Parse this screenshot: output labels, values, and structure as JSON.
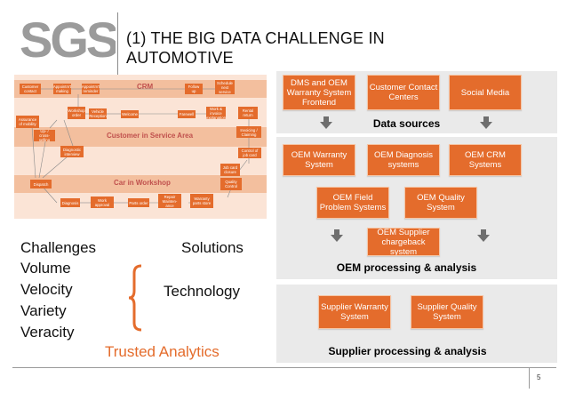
{
  "logo": {
    "text": "SGS",
    "color": "#9b9b9b"
  },
  "title": {
    "line1": "(1) THE BIG DATA CHALLENGE IN",
    "line2": "AUTOMOTIVE"
  },
  "crm_diagram": {
    "bands": {
      "crm": "CRM",
      "service": "Customer in Service Area",
      "workshop": "Car in Workshop"
    },
    "boxes": {
      "customer_contact": "Customer contact",
      "appointment_making": "Appointm't making",
      "appointment_reminder": "Appointm't reminder",
      "follow_up": "Follow up",
      "schedule_next_service": "Schedule next service",
      "workshop_order": "Workshop order",
      "vehicle_reception": "Vehicle Reception",
      "welcome": "Welcome",
      "farewell": "Farewell",
      "work_invoice_explanation": "Work & invoice explanation",
      "rental_return": "Rental return",
      "assurance_of_mobility": "Assurance of mobility",
      "up_cross_selling": "Up- / cross-selling",
      "diagnostic_interview": "Diagnostic interview",
      "invoicing_claiming": "Invoicing / Claiming",
      "control_of_job_card": "Control of job card",
      "job_card_closure": "Job card closure",
      "dispatch": "Dispatch",
      "diagnosis": "Diagnosis",
      "work_approval": "Work approval",
      "parts_order": "Parts order",
      "repair_maintenance": "Repair Mainten-ance",
      "warranty_parts_store": "Warranty parts store",
      "quality_control": "Quality Control"
    }
  },
  "left": {
    "challenges_header": "Challenges",
    "solutions_header": "Solutions",
    "challenges": [
      "Volume",
      "Velocity",
      "Variety",
      "Veracity"
    ],
    "solution": "Technology",
    "trusted": "Trusted Analytics"
  },
  "data_sources": {
    "label": "Data sources",
    "boxes": [
      "DMS and OEM Warranty System Frontend",
      "Customer Contact Centers",
      "Social Media"
    ]
  },
  "oem": {
    "label": "OEM processing & analysis",
    "boxes": [
      "OEM Warranty System",
      "OEM Diagnosis systems",
      "OEM CRM Systems",
      "OEM Field Problem Systems",
      "OEM Quality System",
      "OEM Supplier chargeback system"
    ]
  },
  "supplier": {
    "label": "Supplier processing & analysis",
    "boxes": [
      "Supplier Warranty System",
      "Supplier Quality System"
    ]
  },
  "page_number": "5",
  "colors": {
    "accent": "#e46c2c",
    "panel": "#eaeaea",
    "band": "#f3bf9e"
  }
}
